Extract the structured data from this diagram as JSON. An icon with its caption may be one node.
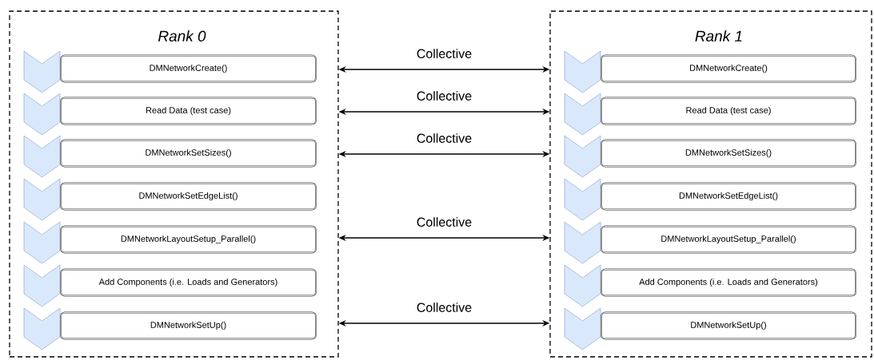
{
  "diagram": {
    "nodes": [
      {
        "text": [
          "Rank 0"
        ]
      },
      {
        "text": [
          "DMNetworkCreate()"
        ],
        "in": 0
      },
      {
        "text": [
          "Read Data (test case)"
        ],
        "in": 0
      },
      {
        "text": [
          "DMNetworkSetSizes()"
        ],
        "in": 0
      },
      {
        "text": [
          "DMNetworkSetEdgeList()"
        ],
        "in": 0
      },
      {
        "text": [
          "DMNetworkLayoutSetup_Parallel()"
        ],
        "in": 0
      },
      {
        "text": [
          "Add Components (i.e. Loads and Generators)"
        ],
        "in": 0
      },
      {
        "text": [
          "DMNetworkSetUp()"
        ],
        "in": 0
      },
      {
        "text": [
          "Rank 1"
        ]
      },
      {
        "text": [
          "DMNetworkCreate()"
        ],
        "in": 8
      },
      {
        "text": [
          "Read Data (test case)"
        ],
        "in": 8
      },
      {
        "text": [
          "DMNetworkSetSizes()"
        ],
        "in": 8
      },
      {
        "text": [
          "DMNetworkSetEdgeList()"
        ],
        "in": 8
      },
      {
        "text": [
          "DMNetworkLayoutSetup_Parallel()"
        ],
        "in": 8
      },
      {
        "text": [
          "Add Components (i.e. Loads and Generators)"
        ],
        "in": 8
      },
      {
        "text": [
          "DMNetworkSetUp()"
        ],
        "in": 8
      }
    ],
    "edges": [
      {
        "from": 0,
        "to": 8,
        "arrow": "both",
        "label": "Collective"
      },
      {
        "from": 0,
        "to": 8,
        "arrow": "both",
        "label": "Collective"
      },
      {
        "from": 0,
        "to": 8,
        "arrow": "both",
        "label": "Collective"
      },
      {
        "from": 0,
        "to": 8,
        "arrow": "both",
        "label": "Collective"
      },
      {
        "from": 0,
        "to": 8,
        "arrow": "both",
        "label": "Collective"
      }
    ]
  }
}
